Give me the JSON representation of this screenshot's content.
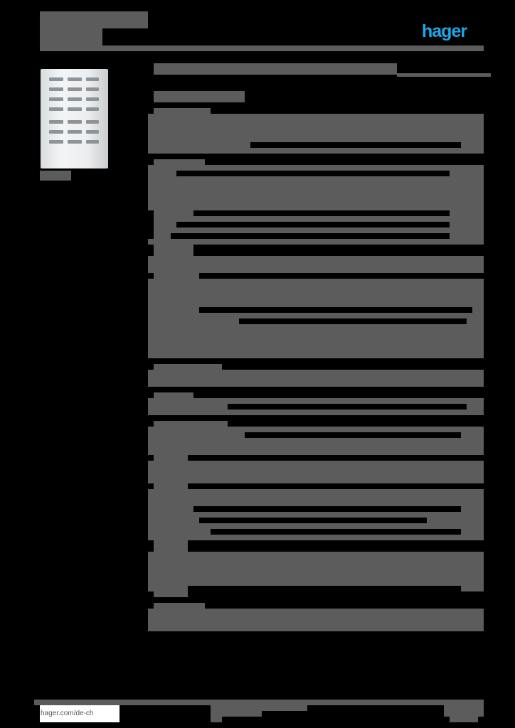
{
  "header": {
    "brand_logo": "hager",
    "brand_color": "#1ea6e6",
    "title_block_color": "#5b5c5b"
  },
  "product": {
    "image": "distribution-cabinet-image",
    "caption": ""
  },
  "sections": [
    {
      "name": "heading",
      "rows": 1
    },
    {
      "name": "subheading",
      "rows": 1
    },
    {
      "name": "section-1",
      "rows": 5
    },
    {
      "name": "section-2",
      "rows": 9
    },
    {
      "name": "section-3",
      "rows": 9
    },
    {
      "name": "section-4",
      "rows": 2
    },
    {
      "name": "section-5",
      "rows": 2
    },
    {
      "name": "section-6",
      "rows": 8
    },
    {
      "name": "section-7",
      "rows": 4
    },
    {
      "name": "section-8",
      "rows": 2
    }
  ],
  "footer": {
    "url": "hager.com/de-ch"
  }
}
